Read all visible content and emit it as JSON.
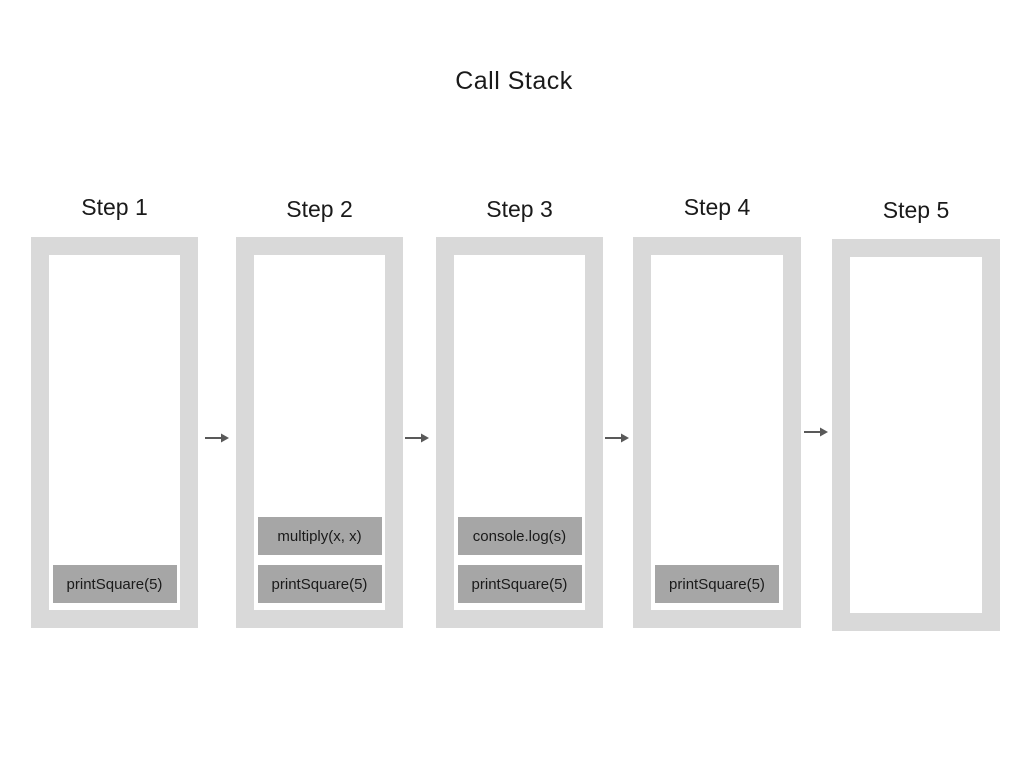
{
  "title": "Call Stack",
  "steps": [
    {
      "label": "Step 1",
      "stack": [
        "printSquare(5)"
      ]
    },
    {
      "label": "Step 2",
      "stack": [
        "multiply(x, x)",
        "printSquare(5)"
      ]
    },
    {
      "label": "Step 3",
      "stack": [
        "console.log(s)",
        "printSquare(5)"
      ]
    },
    {
      "label": "Step 4",
      "stack": [
        "printSquare(5)"
      ]
    },
    {
      "label": "Step 5",
      "stack": []
    }
  ],
  "icons": {
    "arrow": "→"
  },
  "colors": {
    "background": "#ffffff",
    "frame": "#d9d9d9",
    "stack_item": "#a6a6a6",
    "text": "#1a1a1a",
    "arrow": "#595959"
  }
}
